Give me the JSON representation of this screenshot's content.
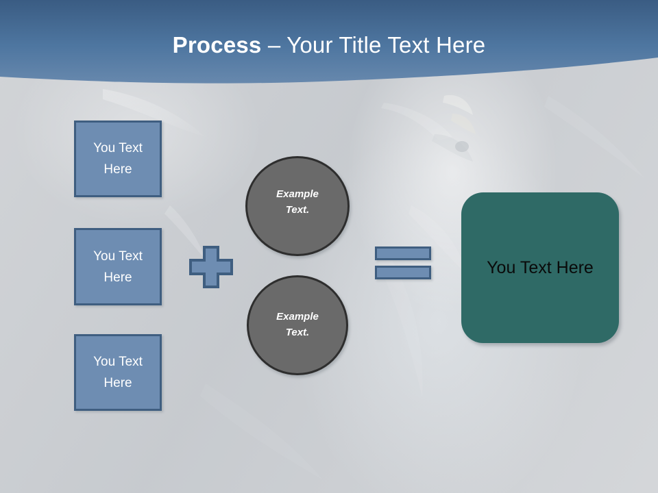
{
  "slide": {
    "title_strong": "Process",
    "title_rest": " – Your Title Text Here",
    "background_color": "#c8cbcf",
    "header_gradient_top": "#3c5f86",
    "header_gradient_bottom": "#6b8cb0"
  },
  "inputs": {
    "boxes": [
      {
        "label_line1": "You Text",
        "label_line2": "Here"
      },
      {
        "label_line1": "You Text",
        "label_line2": "Here"
      },
      {
        "label_line1": "You Text",
        "label_line2": "Here"
      }
    ],
    "fill_color": "#6e8db2",
    "border_color": "#3f5e80"
  },
  "operators": {
    "plus": "+",
    "equals": "=",
    "color": "#6e8db2",
    "border_color": "#3f5e80"
  },
  "circles": [
    {
      "label_line1": "Example",
      "label_line2": "Text."
    },
    {
      "label_line1": "Example",
      "label_line2": "Text."
    }
  ],
  "circle_style": {
    "fill_color": "#6a6a6a",
    "border_color": "#2e2e2e"
  },
  "result": {
    "label": "You Text Here",
    "fill_color": "#2f6a66",
    "text_color": "#0a0a0a"
  }
}
